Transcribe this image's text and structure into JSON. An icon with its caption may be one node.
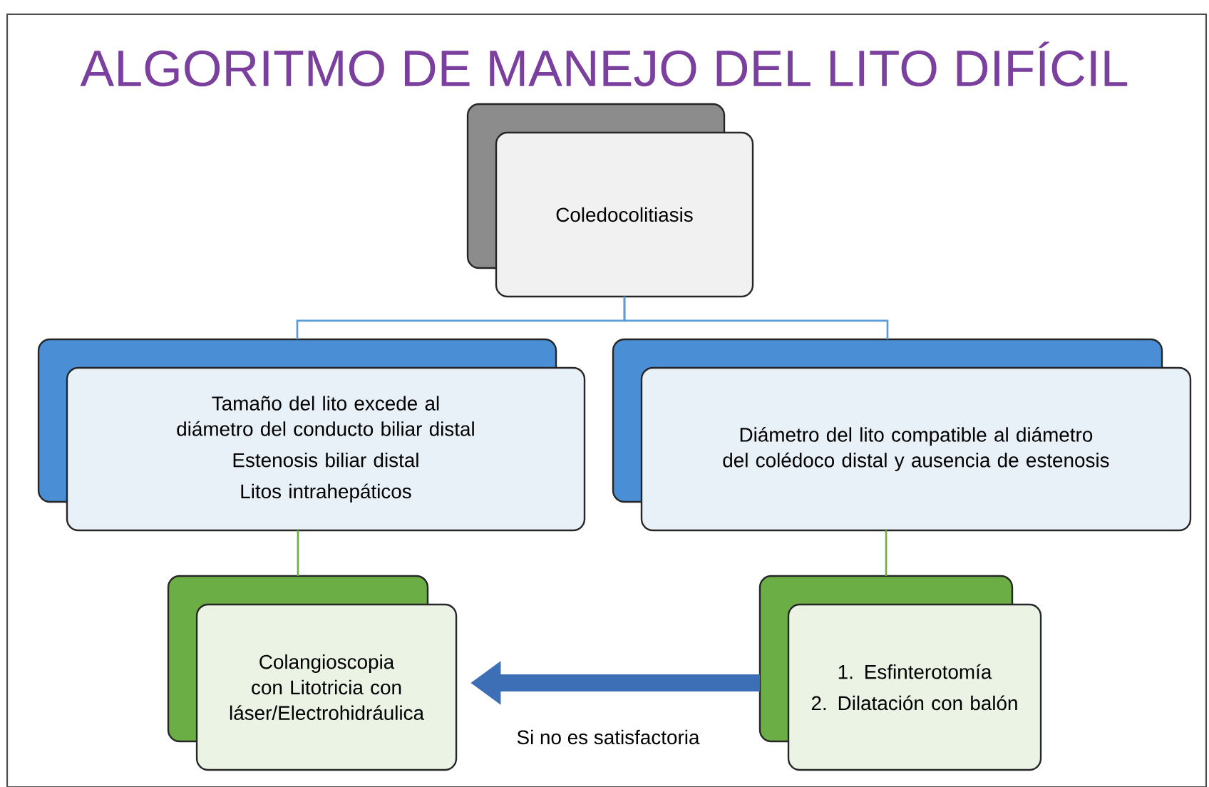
{
  "diagram": {
    "title": "ALGORITMO DE MANEJO DEL LITO DIFÍCIL",
    "nodes": [
      {
        "text": [
          "Coledocolitiasis"
        ]
      },
      {
        "text": [
          "Tamaño del lito excede al diámetro del conducto biliar distal",
          "Estenosis biliar distal",
          "Litos intrahepáticos"
        ]
      },
      {
        "text": [
          "Diámetro del lito compatible al diámetro del colédoco distal y ausencia de estenosis"
        ]
      },
      {
        "text": [
          "Colangioscopia con Litotricia con láser/Electrohidráulica"
        ]
      },
      {
        "text": [
          "1. Esfinterotomía",
          "2. Dilatación con balón"
        ]
      }
    ],
    "edges": [
      {
        "from": 0,
        "to": 1,
        "arrow": "none",
        "color": "#5b9bd5"
      },
      {
        "from": 0,
        "to": 2,
        "arrow": "none",
        "color": "#5b9bd5"
      },
      {
        "from": 1,
        "to": 3,
        "arrow": "none",
        "color": "#70ad47"
      },
      {
        "from": 2,
        "to": 4,
        "arrow": "none",
        "color": "#70ad47"
      },
      {
        "from": 4,
        "to": 3,
        "arrow": "to",
        "label": "Si no es satisfactoria",
        "style": "thick",
        "color": "#3c6fb6"
      }
    ]
  }
}
